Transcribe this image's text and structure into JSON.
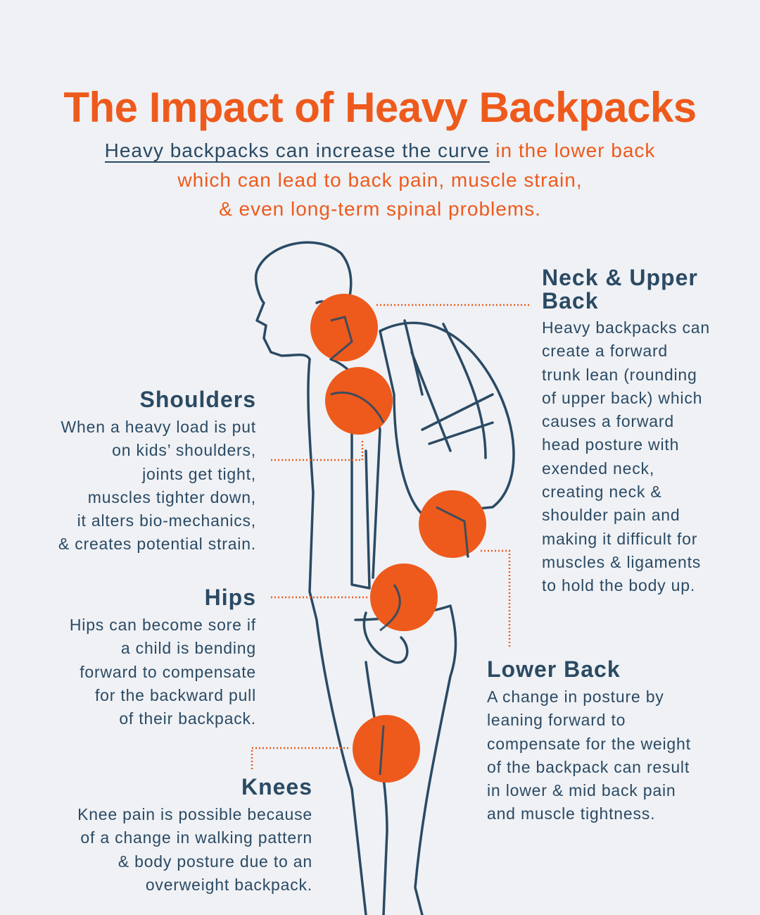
{
  "title": "The Impact of Heavy Backpacks",
  "subtitle": {
    "emphasis": "Heavy backpacks can increase the curve",
    "rest_line1": " in the lower back",
    "line2": "which can lead to back pain, muscle strain,",
    "line3": "& even long-term spinal problems."
  },
  "sections": {
    "neck": {
      "heading_lines": [
        "Neck & Upper",
        "Back"
      ],
      "body": [
        "Heavy backpacks can",
        "create a forward",
        "trunk lean (rounding",
        "of upper back) which",
        "causes a forward",
        "head posture with",
        "exended neck,",
        "creating neck &",
        "shoulder pain and",
        "making it difficult for",
        "muscles & ligaments",
        "to hold the body up."
      ]
    },
    "shoulders": {
      "heading": "Shoulders",
      "body": [
        "When a heavy load is put",
        "on kids’ shoulders,",
        "joints get tight,",
        "muscles tighter down,",
        "it alters bio-mechanics,",
        "& creates potential strain."
      ]
    },
    "hips": {
      "heading": "Hips",
      "body": [
        "Hips can become sore if",
        "a child is bending",
        "forward to compensate",
        "for the backward pull",
        "of their backpack."
      ]
    },
    "knees": {
      "heading": "Knees",
      "body": [
        "Knee pain is possible because",
        "of a change in walking pattern",
        "& body posture due to an",
        "overweight backpack."
      ]
    },
    "lower_back": {
      "heading": "Lower Back",
      "body": [
        "A change in posture by",
        "leaning forward to",
        "compensate for the weight",
        "of the backpack can result",
        "in lower & mid back pain",
        "and muscle tightness."
      ]
    }
  },
  "colors": {
    "accent": "#ee5a1c",
    "ink": "#2b4a63",
    "background": "#eff1f5"
  }
}
